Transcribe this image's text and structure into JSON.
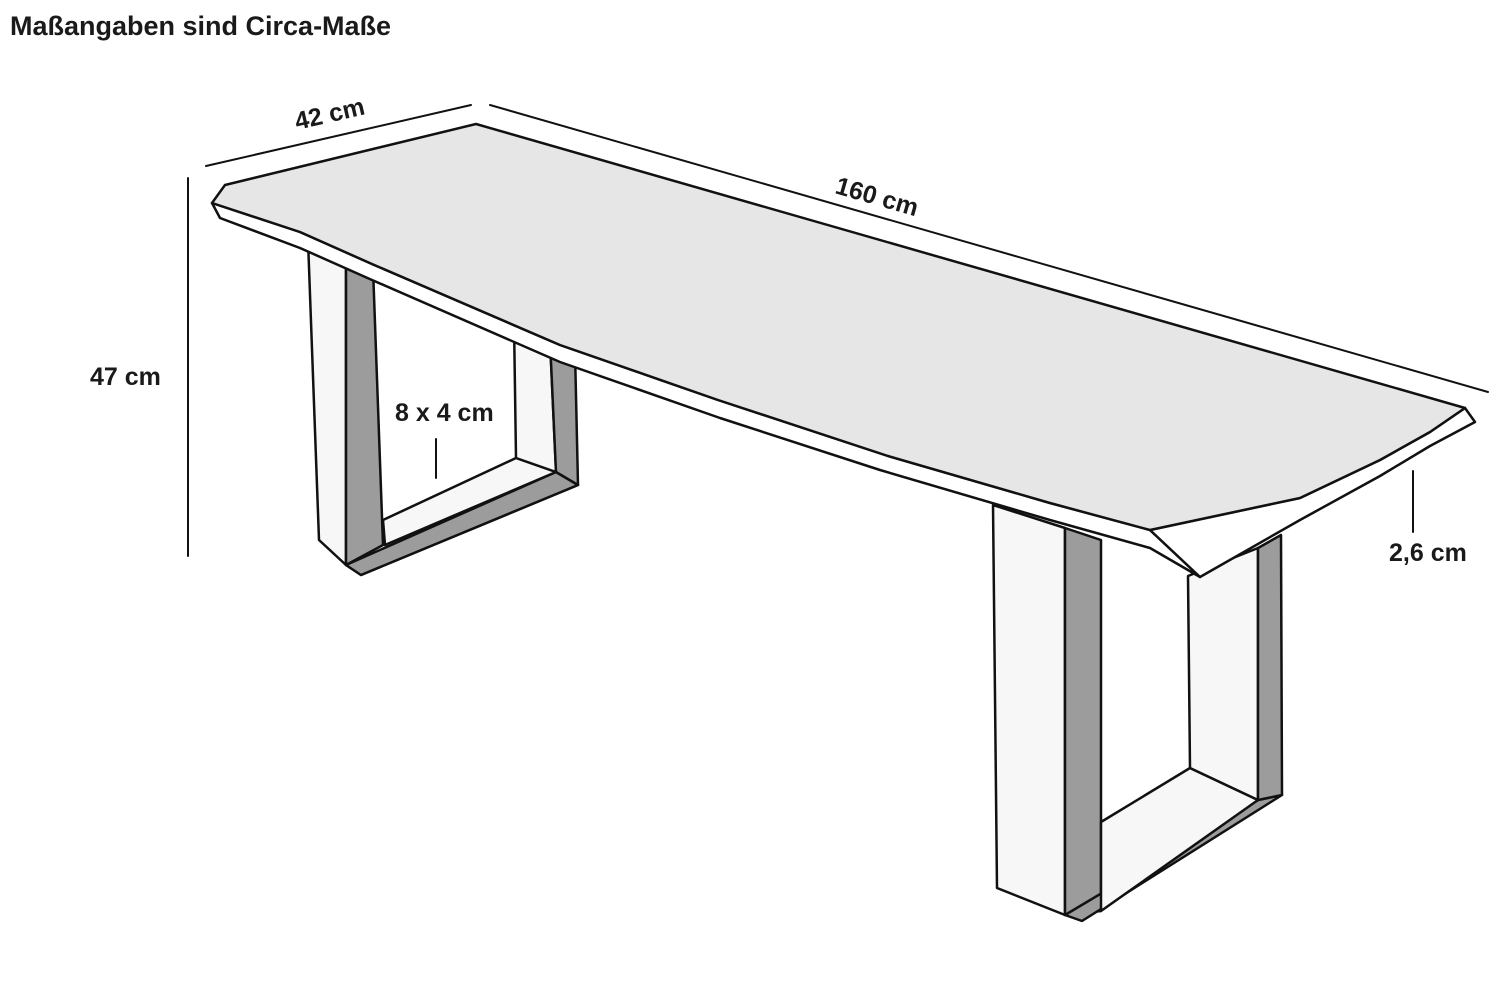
{
  "title": "Maßangaben sind Circa-Maße",
  "dimensions": {
    "depth": "42 cm",
    "length": "160 cm",
    "height": "47 cm",
    "leg_profile": "8 x 4 cm",
    "top_thickness": "2,6 cm"
  },
  "colors": {
    "top_surface": "#e6e6e6",
    "leg_light": "#f7f7f7",
    "leg_shadow": "#9c9c9c",
    "edge_white": "#ffffff",
    "line": "#111111"
  }
}
